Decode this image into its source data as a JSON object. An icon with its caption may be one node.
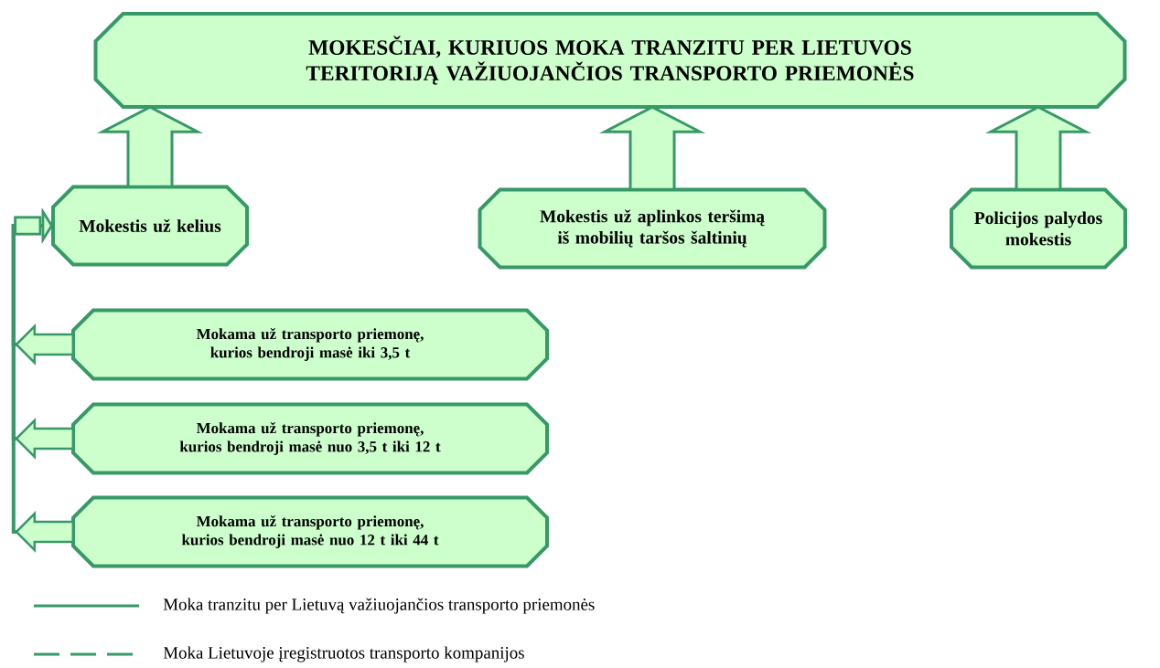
{
  "diagram": {
    "nodes": [
      {
        "text": [
          "MOKESČIAI, KURIUOS MOKA TRANZITU PER LIETUVOS TERITORIJĄ VAŽIUOJANČIOS TRANSPORTO PRIEMONĖS"
        ]
      },
      {
        "text": [
          "Mokestis už kelius"
        ]
      },
      {
        "text": [
          "Mokestis už aplinkos teršimą iš mobilių taršos šaltinių"
        ]
      },
      {
        "text": [
          "Policijos palydos mokestis"
        ]
      },
      {
        "text": [
          "Mokama už transporto priemonę, kurios bendroji masė iki 3,5 t"
        ]
      },
      {
        "text": [
          "Mokama už transporto priemonę, kurios bendroji masė nuo 3,5 t iki 12 t"
        ]
      },
      {
        "text": [
          "Mokama už transporto priemonę, kurios bendroji masė nuo 12 t iki 44 t"
        ]
      }
    ],
    "edges": [
      {
        "from": 1,
        "to": 0,
        "arrow": "to"
      },
      {
        "from": 2,
        "to": 0,
        "arrow": "to"
      },
      {
        "from": 3,
        "to": 0,
        "arrow": "to"
      },
      {
        "from": 4,
        "to": 1,
        "arrow": "to"
      },
      {
        "from": 5,
        "to": 1,
        "arrow": "to"
      },
      {
        "from": 6,
        "to": 1,
        "arrow": "to"
      }
    ],
    "legend": [
      {
        "text": "Moka tranzitu per Lietuvą važiuojančios transporto priemonės"
      },
      {
        "text": "Moka Lietuvoje įregistruotos transporto kompanijos"
      }
    ]
  }
}
